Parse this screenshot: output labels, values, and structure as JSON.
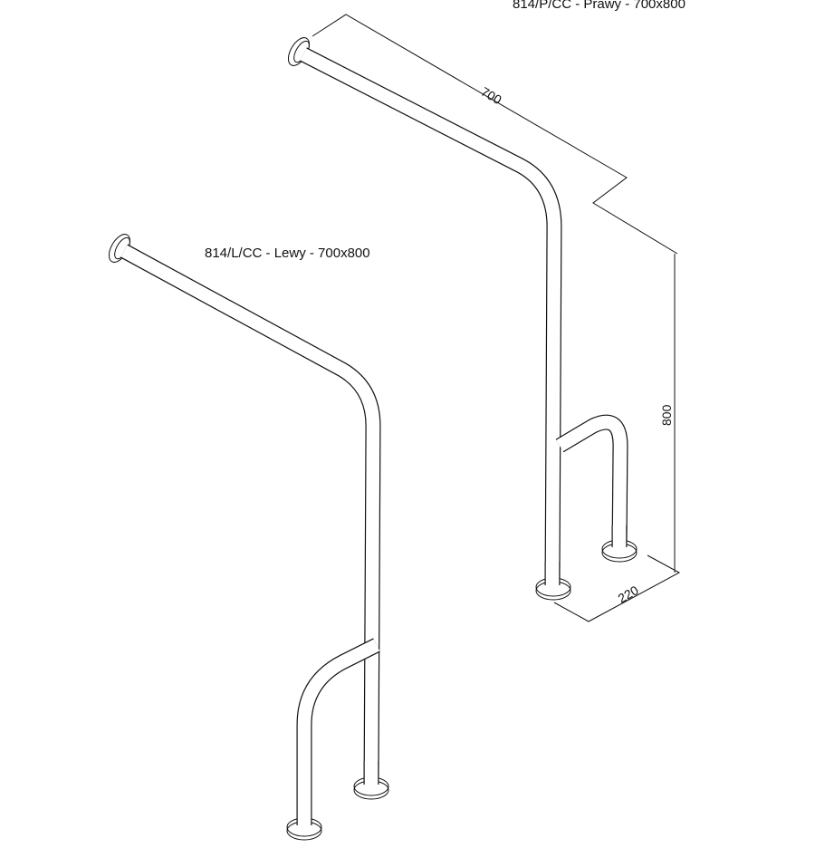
{
  "drawing": {
    "right_bar_label": "814/P/CC - Prawy - 700x800",
    "left_bar_label": "814/L/CC - Lewy - 700x800",
    "dimensions": {
      "length": "700",
      "height": "800",
      "depth": "220"
    }
  }
}
